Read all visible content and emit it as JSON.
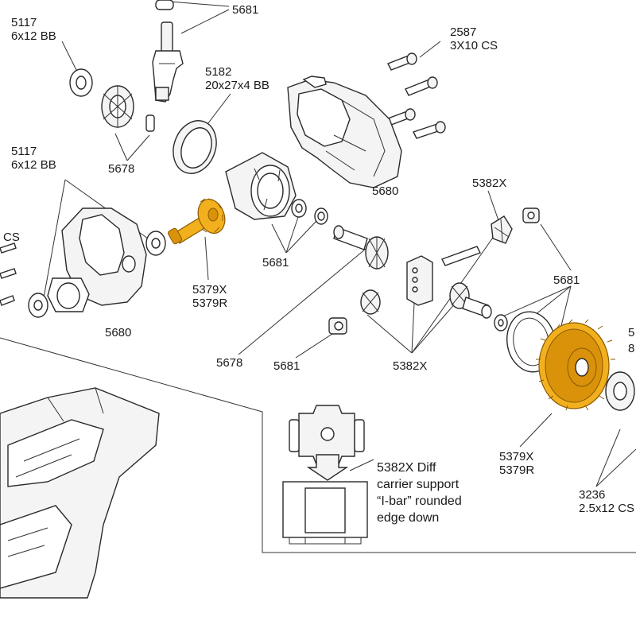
{
  "labels": {
    "l_5681_top": {
      "lines": [
        "5681"
      ]
    },
    "l_5117_top": {
      "lines": [
        "5117",
        "6x12 BB"
      ]
    },
    "l_2587": {
      "lines": [
        "2587",
        "3X10 CS"
      ]
    },
    "l_5182": {
      "lines": [
        "5182",
        "20x27x4 BB"
      ]
    },
    "l_5678_top": {
      "lines": [
        "5678"
      ]
    },
    "l_5117_mid": {
      "lines": [
        "5117",
        "6x12 BB"
      ]
    },
    "l_5680_right": {
      "lines": [
        "5680"
      ]
    },
    "l_5382x_top": {
      "lines": [
        "5382X"
      ]
    },
    "l_cs_left": {
      "lines": [
        "CS"
      ]
    },
    "l_5681_mid": {
      "lines": [
        "5681"
      ]
    },
    "l_5681_right": {
      "lines": [
        "5681"
      ]
    },
    "l_5379_left": {
      "lines": [
        "5379X",
        "5379R"
      ]
    },
    "l_5680_left": {
      "lines": [
        "5680"
      ]
    },
    "l_5678_bottom": {
      "lines": [
        "5678"
      ]
    },
    "l_5681_bottom": {
      "lines": [
        "5681"
      ]
    },
    "l_5382x_bottom": {
      "lines": [
        "5382X"
      ]
    },
    "l_5379_right": {
      "lines": [
        "5379X",
        "5379R"
      ]
    },
    "l_edge_5": {
      "lines": [
        "5"
      ]
    },
    "l_edge_8": {
      "lines": [
        "8"
      ]
    },
    "l_3236": {
      "lines": [
        "3236",
        "2.5x12 CS"
      ]
    }
  },
  "note": {
    "lines": [
      "5382X Diff",
      "carrier support",
      "“I-bar” rounded",
      "edge down"
    ]
  },
  "colors": {
    "highlight_gold": "#f2b01e",
    "line_art": "#2a2a2a"
  }
}
